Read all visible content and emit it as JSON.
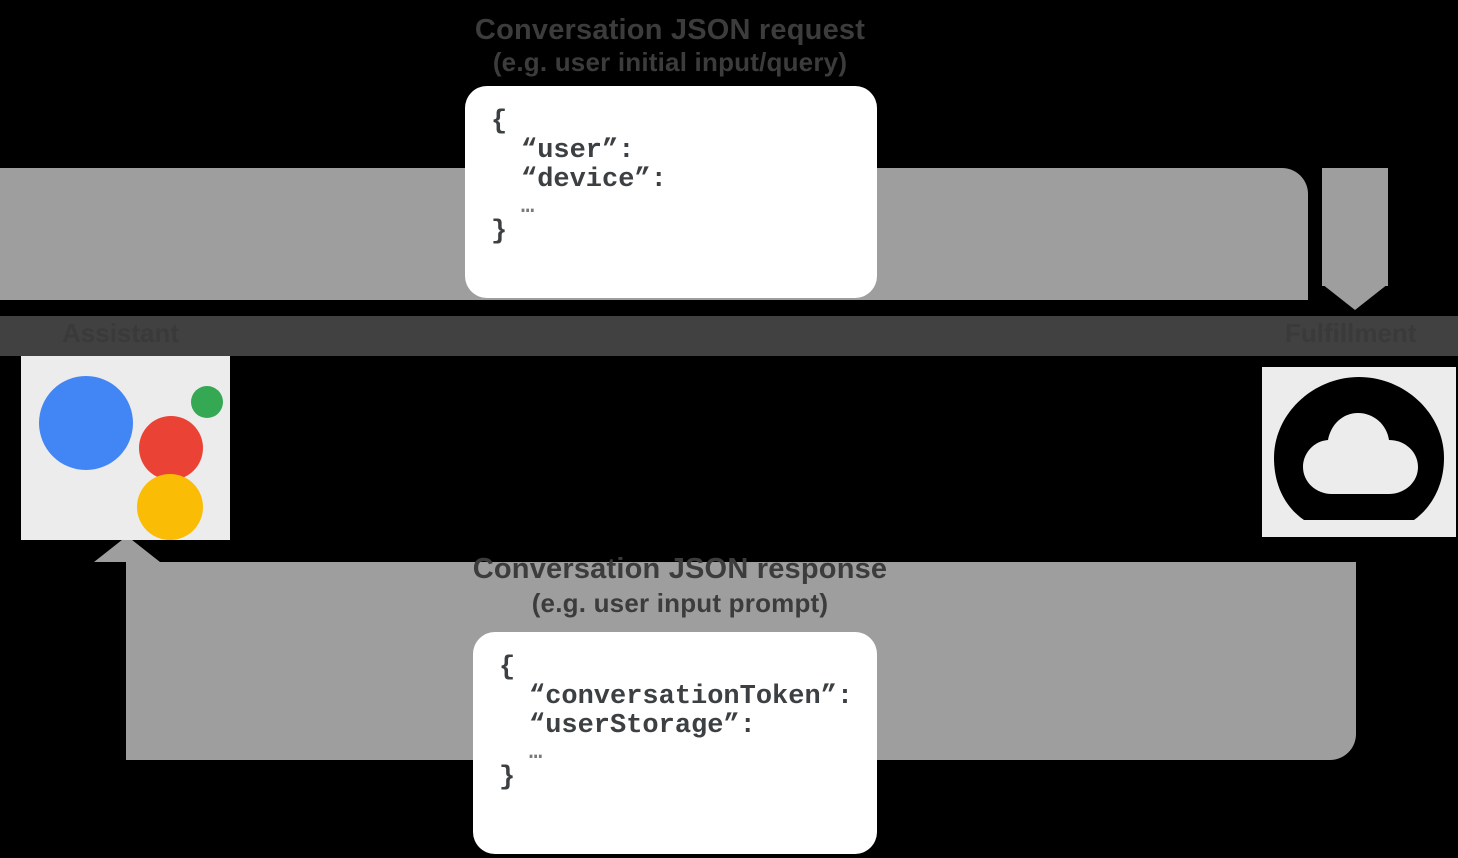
{
  "diagram": {
    "type": "conversation-flow",
    "background_color": "#000000",
    "arrow_color": "#9e9e9e",
    "strip_color": "#414141",
    "text_color": "#3c3c3c"
  },
  "request": {
    "title": "Conversation JSON request",
    "subtitle": "(e.g. user initial input/query)",
    "card": {
      "open_brace": "{",
      "lines": [
        "“user”:",
        "“device”:"
      ],
      "ellipsis": "…",
      "close_brace": "}"
    }
  },
  "response": {
    "title": "Conversation JSON response",
    "subtitle": "(e.g. user input prompt)",
    "card": {
      "open_brace": "{",
      "lines": [
        "“conversationToken”:",
        "“userStorage”:"
      ],
      "ellipsis": "…",
      "close_brace": "}"
    }
  },
  "nodes": {
    "assistant": {
      "label": "Assistant",
      "icon": "google-assistant-icon",
      "icon_colors": {
        "blue": "#4285f4",
        "red": "#ea4335",
        "yellow": "#fbbc05",
        "green": "#34a853"
      },
      "icon_bg": "#ececec"
    },
    "fulfillment": {
      "label": "Fulfillment",
      "icon": "cloud-icon",
      "icon_color": "#000000",
      "icon_bg": "#ececec"
    }
  }
}
